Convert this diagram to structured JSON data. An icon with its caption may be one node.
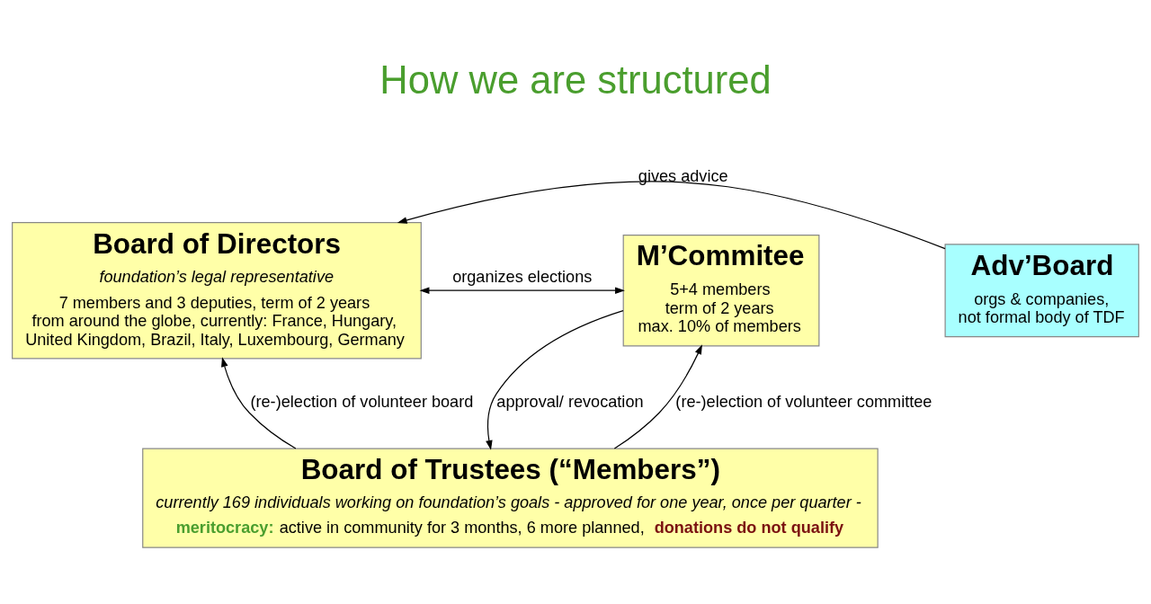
{
  "diagram": {
    "title": "How we are structured",
    "nodes": [
      {
        "text": [
          "Board of Directors",
          "foundation’s legal representative",
          "7 members and 3 deputies, term of 2 years from around the globe, currently: France, Hungary, United Kingdom, Brazil, Italy, Luxembourg, Germany"
        ]
      },
      {
        "text": [
          "M’Commitee",
          "5+4 members term of 2 years max. 10% of members"
        ]
      },
      {
        "text": [
          "Adv’Board",
          "orgs & companies, not formal body of TDF"
        ]
      },
      {
        "text": [
          "Board of Trustees (“Members”)",
          "currently 169 individuals working on foundation’s goals - approved for one year, once per quarter -",
          "**meritocracy:** active in community for 3 months, 6 more planned, **donations do not qualify**"
        ]
      }
    ],
    "edges": [
      {
        "from": 2,
        "to": 0,
        "arrow": "to",
        "label": "gives advice"
      },
      {
        "from": 0,
        "to": 1,
        "arrow": "both",
        "label": "organizes elections"
      },
      {
        "from": 3,
        "to": 0,
        "arrow": "to",
        "label": "(re-)election of volunteer board"
      },
      {
        "from": 3,
        "to": 1,
        "arrow": "to",
        "label": "(re-)election of volunteer committee"
      },
      {
        "from": 1,
        "to": 3,
        "arrow": "to",
        "label": "approval/ revocation"
      }
    ]
  }
}
